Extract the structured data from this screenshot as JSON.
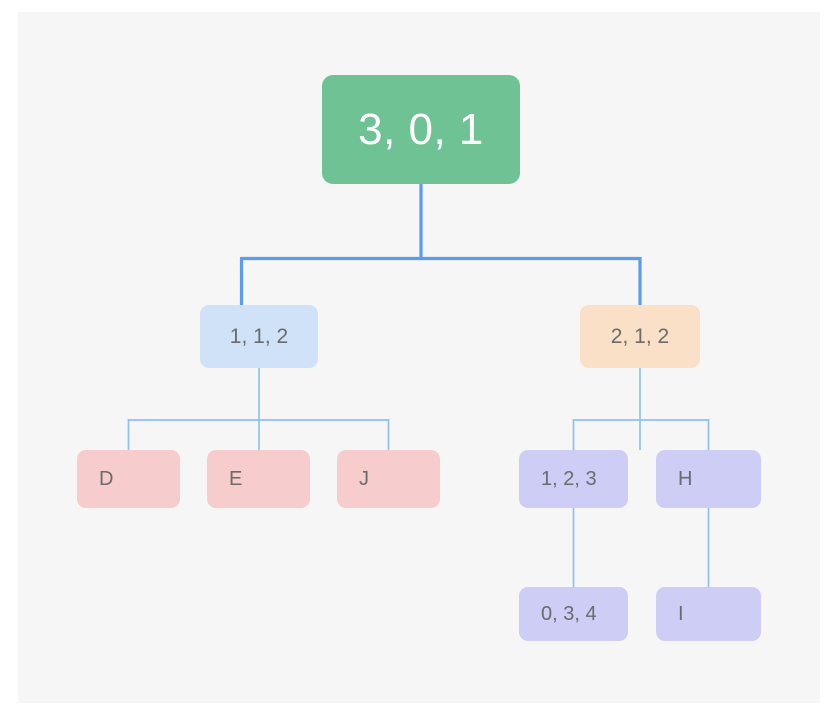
{
  "diagram": {
    "type": "tree",
    "background_color": "#f6f6f6",
    "page_background": "#ffffff",
    "edge_color_primary": "#5b9bf0",
    "edge_color_secondary": "#8fc0f5",
    "nodes": [
      {
        "id": "root",
        "label": "3, 0, 1",
        "level": 1,
        "fill": "#6ec294",
        "text_color": "#ffffff",
        "text_align": "center"
      },
      {
        "id": "n112",
        "label": "1, 1, 2",
        "level": 2,
        "fill": "#cfe2f8",
        "text_color": "#6b6b6b",
        "text_align": "center"
      },
      {
        "id": "n212",
        "label": "2, 1, 2",
        "level": 2,
        "fill": "#fae0c6",
        "text_color": "#6b6b6b",
        "text_align": "center"
      },
      {
        "id": "nD",
        "label": "D",
        "level": 3,
        "fill": "#f7cccc",
        "text_color": "#6b6b6b",
        "text_align": "left"
      },
      {
        "id": "nE",
        "label": "E",
        "level": 3,
        "fill": "#f7cccc",
        "text_color": "#6b6b6b",
        "text_align": "left"
      },
      {
        "id": "nJ",
        "label": "J",
        "level": 3,
        "fill": "#f7cccc",
        "text_color": "#6b6b6b",
        "text_align": "left"
      },
      {
        "id": "n123",
        "label": "1, 2, 3",
        "level": 3,
        "fill": "#cdcdf6",
        "text_color": "#6b6b6b",
        "text_align": "left"
      },
      {
        "id": "nH",
        "label": "H",
        "level": 3,
        "fill": "#cdcdf6",
        "text_color": "#6b6b6b",
        "text_align": "left"
      },
      {
        "id": "n034",
        "label": "0, 3, 4",
        "level": 4,
        "fill": "#cdcdf6",
        "text_color": "#6b6b6b",
        "text_align": "left"
      },
      {
        "id": "nI",
        "label": "I",
        "level": 4,
        "fill": "#cdcdf6",
        "text_color": "#6b6b6b",
        "text_align": "left"
      }
    ],
    "edges": [
      {
        "from": "root",
        "to": "n112"
      },
      {
        "from": "root",
        "to": "n212"
      },
      {
        "from": "n112",
        "to": "nD"
      },
      {
        "from": "n112",
        "to": "nE"
      },
      {
        "from": "n112",
        "to": "nJ"
      },
      {
        "from": "n212",
        "to": "n123"
      },
      {
        "from": "n212",
        "to": "nH"
      },
      {
        "from": "n123",
        "to": "n034"
      },
      {
        "from": "nH",
        "to": "nI"
      }
    ]
  }
}
